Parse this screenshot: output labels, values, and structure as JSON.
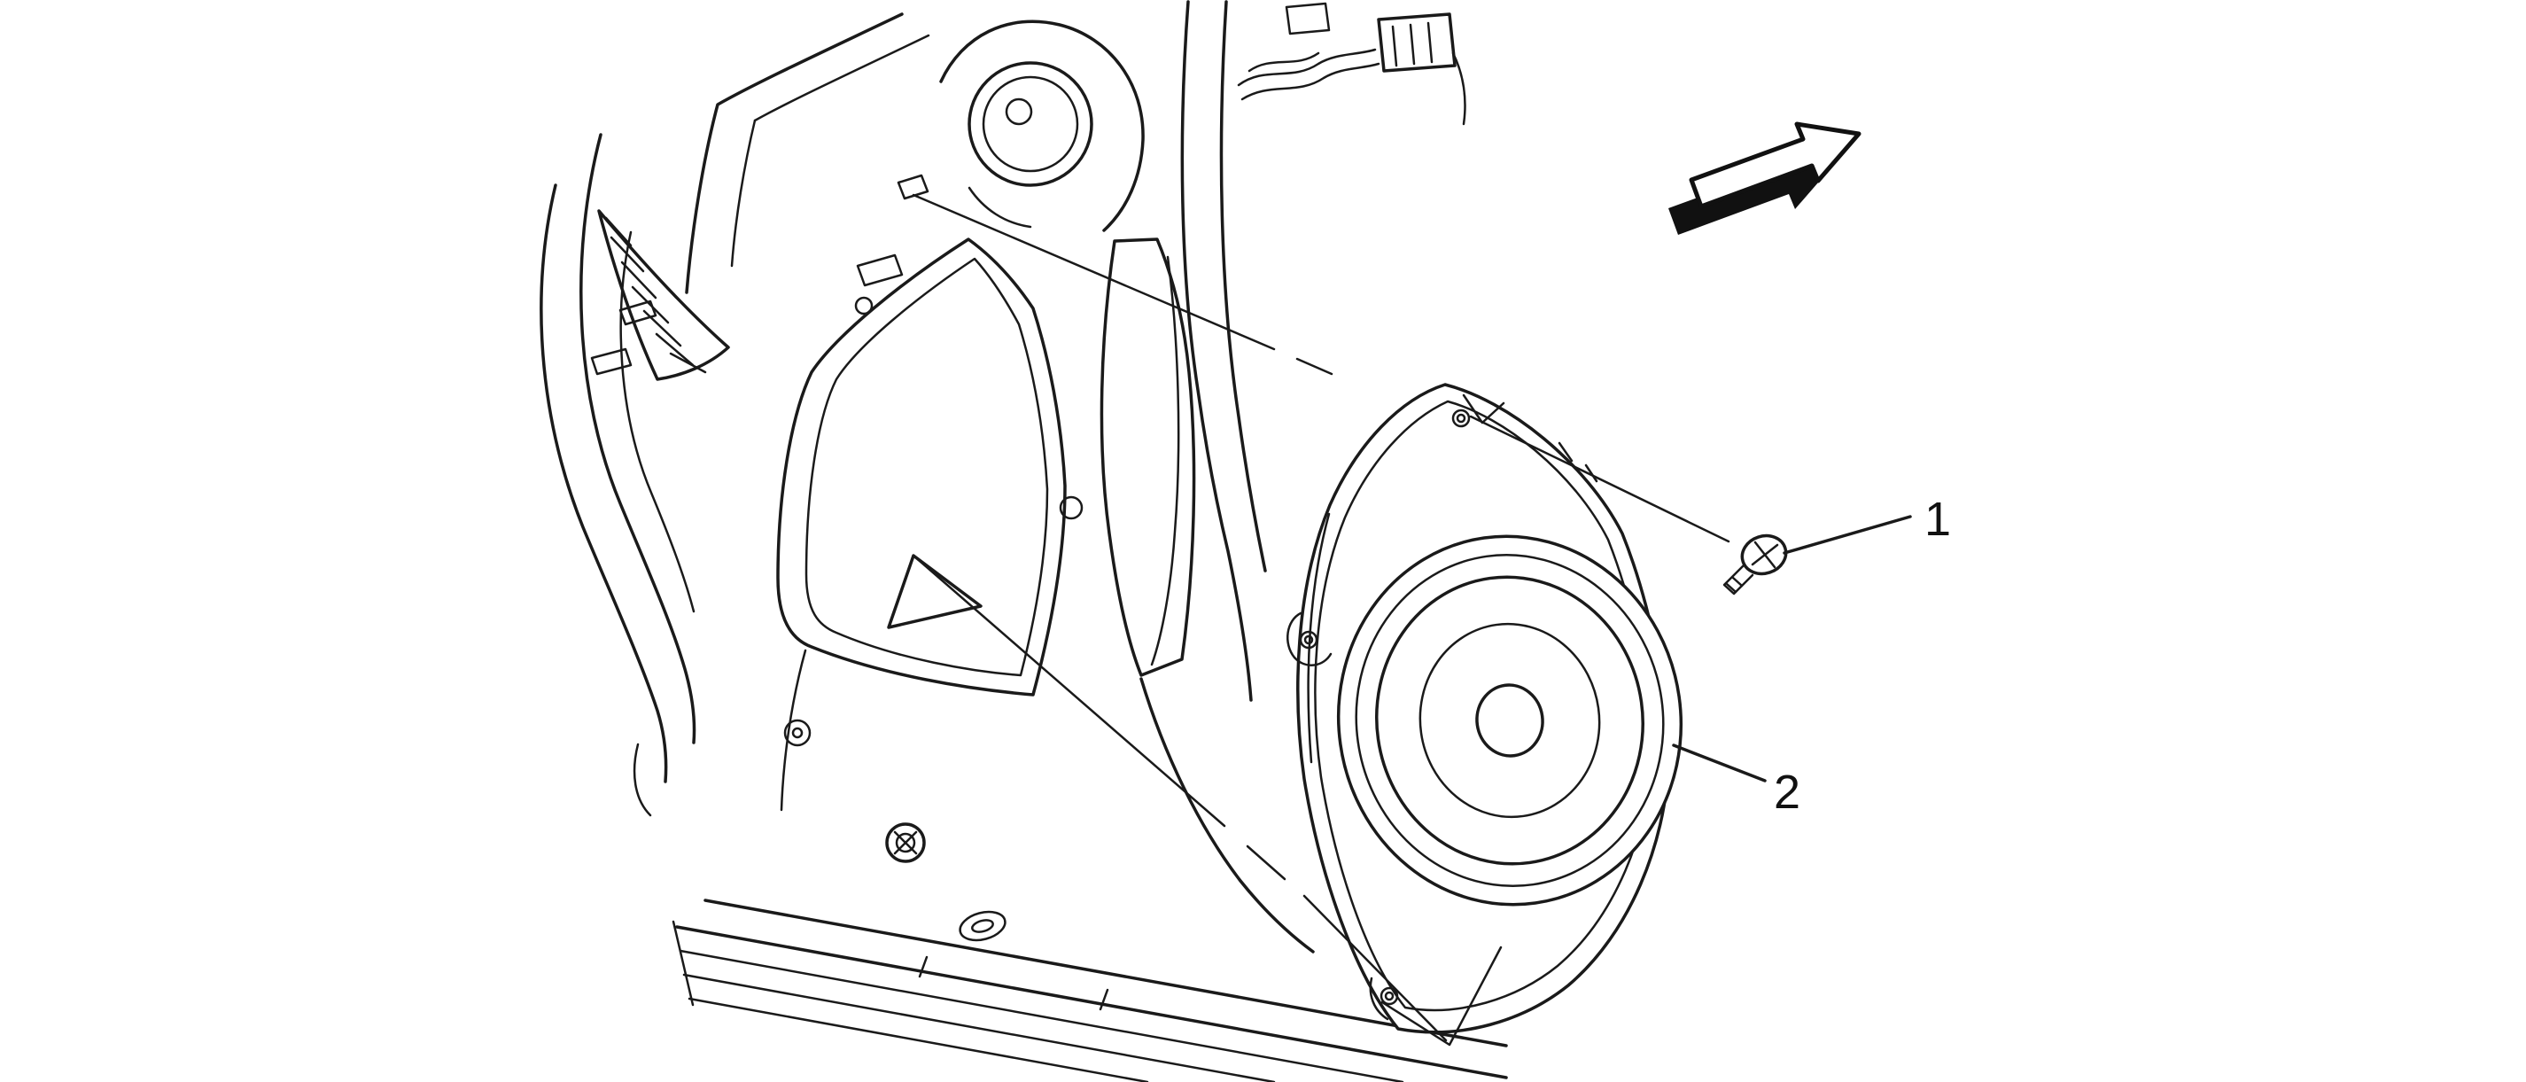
{
  "diagram": {
    "background_color": "#ffffff",
    "line_color": "#1a1a1a",
    "callouts": [
      {
        "label": "1"
      },
      {
        "label": "2"
      }
    ],
    "icons": {
      "direction_arrow": "forward-direction-arrow"
    }
  }
}
